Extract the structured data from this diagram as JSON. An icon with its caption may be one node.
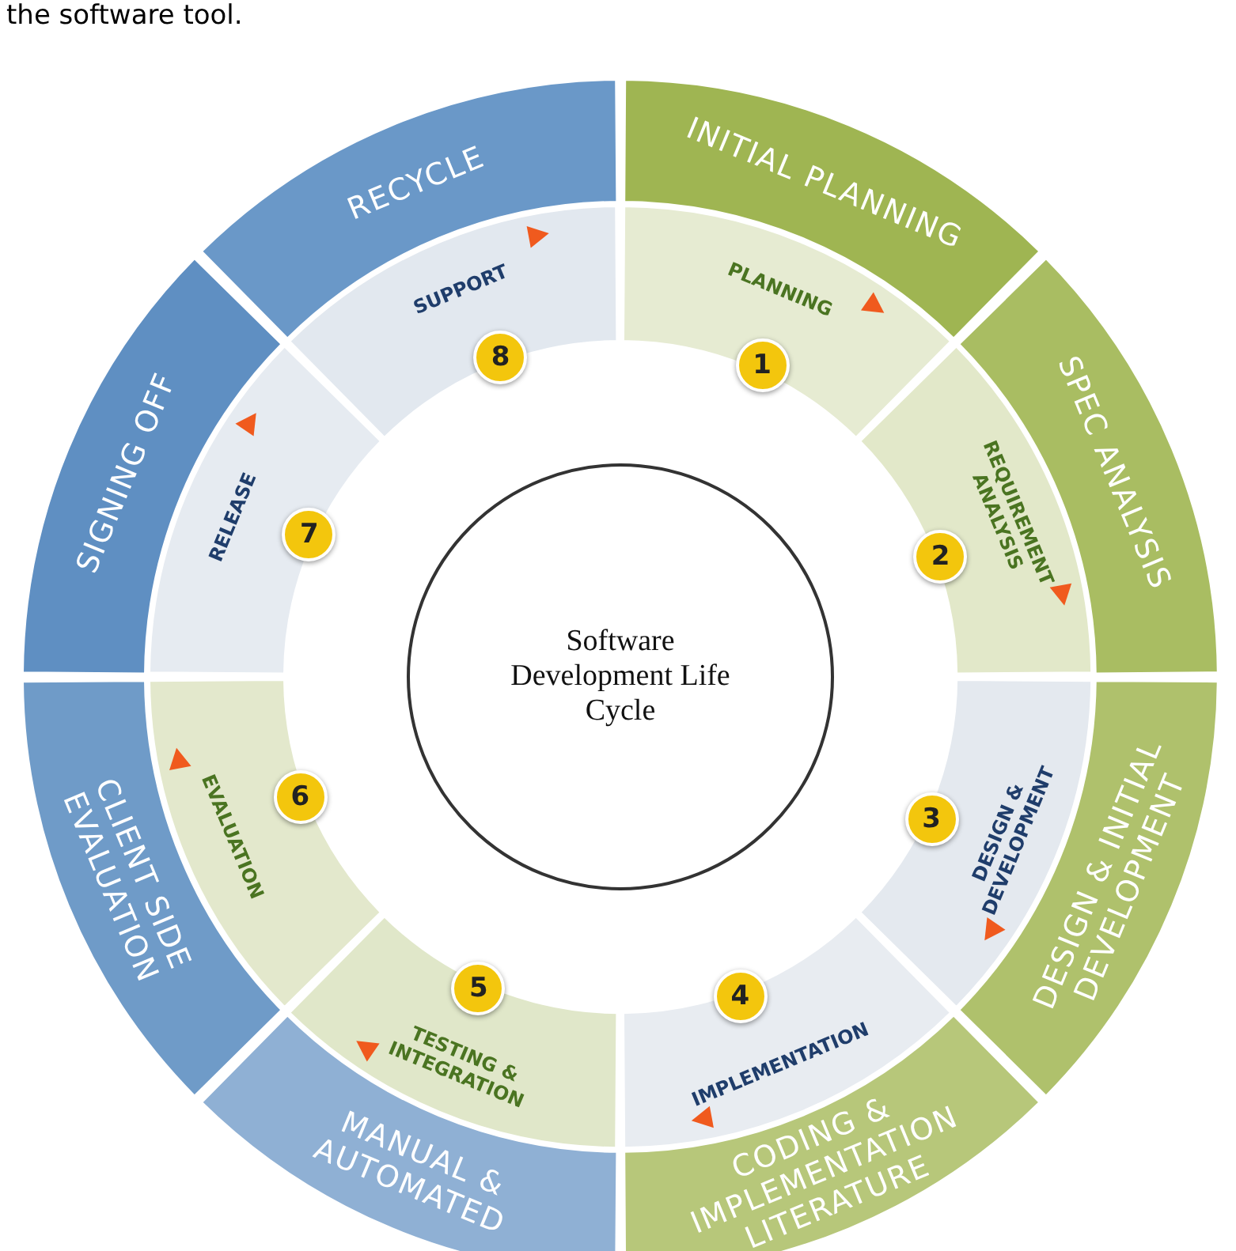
{
  "diagram": {
    "caption": "the software tool.",
    "nodes": [
      {
        "text": [
          "Software Development Life Cycle"
        ]
      },
      {
        "text": [
          "INITIAL PLANNING"
        ]
      },
      {
        "text": [
          "SPEC ANALYSIS"
        ]
      },
      {
        "text": [
          "DESIGN & INITIAL DEVELOPMENT"
        ]
      },
      {
        "text": [
          "CODING & IMPLEMENTATION LITERATURE"
        ]
      },
      {
        "text": [
          "MANUAL & AUTOMATED"
        ]
      },
      {
        "text": [
          "CLIENT SIDE EVALUATION"
        ]
      },
      {
        "text": [
          "SIGNING OFF"
        ]
      },
      {
        "text": [
          "RECYCLE"
        ]
      },
      {
        "text": [
          "PLANNING",
          "1"
        ]
      },
      {
        "text": [
          "REQUIREMENT ANALYSIS",
          "2"
        ]
      },
      {
        "text": [
          "DESIGN & DEVELOPMENT",
          "3"
        ]
      },
      {
        "text": [
          "IMPLEMENTATION",
          "4"
        ]
      },
      {
        "text": [
          "TESTING & INTEGRATION",
          "5"
        ]
      },
      {
        "text": [
          "EVALUATION",
          "6"
        ]
      },
      {
        "text": [
          "RELEASE",
          "7"
        ]
      },
      {
        "text": [
          "SUPPORT",
          "8"
        ]
      }
    ]
  }
}
